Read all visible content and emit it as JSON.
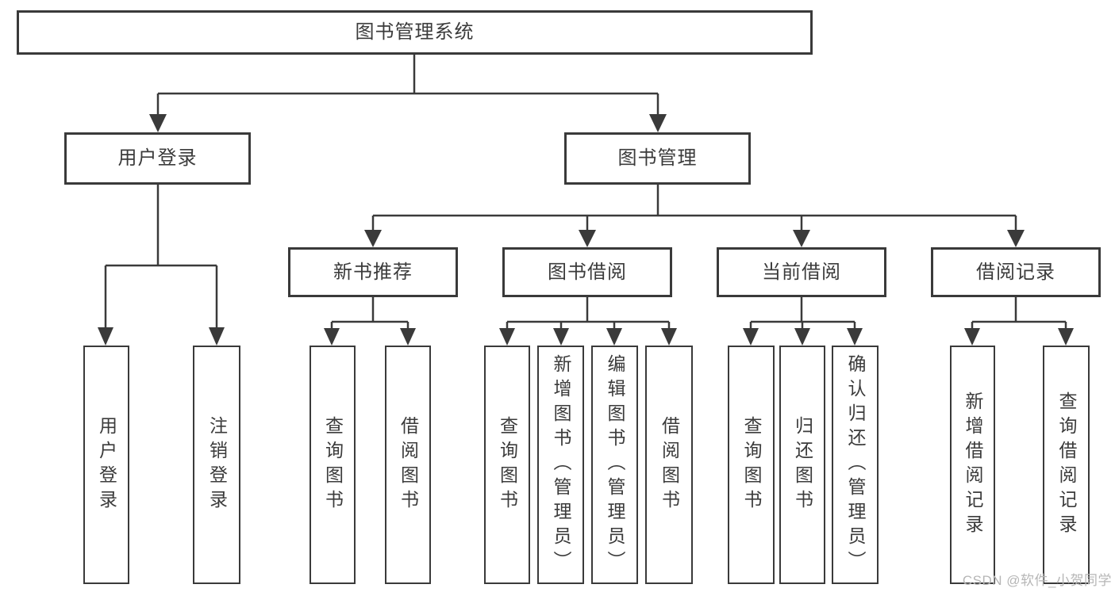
{
  "diagram_type": "hierarchy-chart",
  "tree": {
    "label": "图书管理系统",
    "children": [
      {
        "label": "用户登录",
        "children": [
          {
            "label": "用户登录"
          },
          {
            "label": "注销登录"
          }
        ]
      },
      {
        "label": "图书管理",
        "children": [
          {
            "label": "新书推荐",
            "children": [
              {
                "label": "查询图书"
              },
              {
                "label": "借阅图书"
              }
            ]
          },
          {
            "label": "图书借阅",
            "children": [
              {
                "label": "查询图书"
              },
              {
                "label": "新增图书（管理员）"
              },
              {
                "label": "编辑图书（管理员）"
              },
              {
                "label": "借阅图书"
              }
            ]
          },
          {
            "label": "当前借阅",
            "children": [
              {
                "label": "查询图书"
              },
              {
                "label": "归还图书"
              },
              {
                "label": "确认归还（管理员）"
              }
            ]
          },
          {
            "label": "借阅记录",
            "children": [
              {
                "label": "新增借阅记录"
              },
              {
                "label": "查询借阅记录"
              }
            ]
          }
        ]
      }
    ]
  },
  "watermark": {
    "text": "CSDN @软件_小贺同学"
  },
  "colors": {
    "line": "#3a3a3a",
    "text": "#3b3b3b",
    "box_fill": "#ffffff",
    "background": "#ffffff",
    "watermark": "#b6b6b6"
  }
}
